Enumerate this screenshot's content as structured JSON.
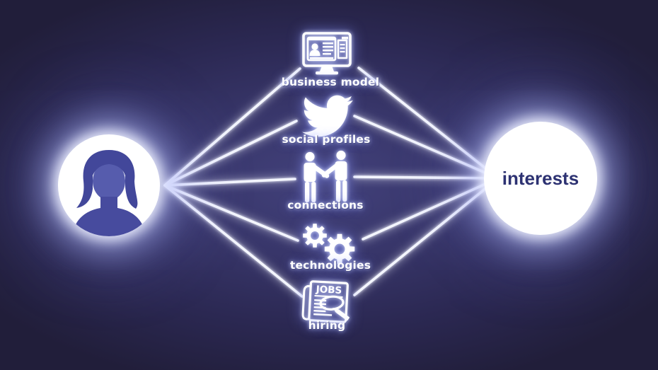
{
  "diagram": {
    "left_node": {
      "icon": "woman-avatar-icon"
    },
    "right_node": {
      "label": "interests"
    },
    "nodes": [
      {
        "label": "business model",
        "icon": "profile-website-monitor-icon"
      },
      {
        "label": "social profiles",
        "icon": "twitter-bird-icon"
      },
      {
        "label": "connections",
        "icon": "handshake-people-icon"
      },
      {
        "label": "technologies",
        "icon": "gears-icon"
      },
      {
        "label": "hiring",
        "icon": "jobs-newspaper-icon",
        "badge": "JOBS"
      }
    ],
    "colors": {
      "background_center": "#42417b",
      "background_edge": "#211e3a",
      "line": "#f4f6ff",
      "glow": "#8c98ff",
      "icon": "#ffffff",
      "interests_text": "#2d3272",
      "avatar_silhouette": "#474b9e"
    }
  }
}
